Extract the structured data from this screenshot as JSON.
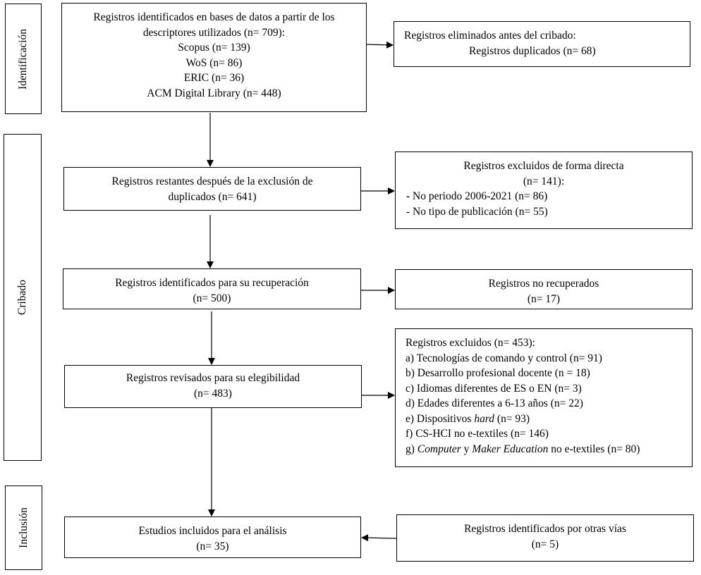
{
  "phases": {
    "identification": "Identificación",
    "screening": "Cribado",
    "inclusion": "Inclusión"
  },
  "boxes": {
    "identified": {
      "lines": [
        "Registros identificados en bases de datos a partir de los",
        "descriptores utilizados (n= 709):",
        "Scopus (n= 139)",
        "WoS (n= 86)",
        "ERIC (n= 36)",
        "ACM Digital Library (n= 448)"
      ]
    },
    "removed": {
      "title": "Registros eliminados antes del cribado:",
      "line": "Registros duplicados (n= 68)"
    },
    "remaining": {
      "lines": [
        "Registros restantes después de la exclusión de",
        "duplicados (n= 641)"
      ]
    },
    "excluded_direct": {
      "title": "Registros excluidos de forma directa",
      "count": "(n= 141):",
      "items": [
        "No periodo 2006-2021 (n= 86)",
        "No tipo de publicación (n= 55)"
      ]
    },
    "retrieval": {
      "lines": [
        "Registros identificados para su recuperación",
        "(n= 500)"
      ]
    },
    "not_retrieved": {
      "lines": [
        "Registros no recuperados",
        "(n= 17)"
      ]
    },
    "eligibility": {
      "lines": [
        "Registros revisados para su elegibilidad",
        "(n= 483)"
      ]
    },
    "excluded": {
      "title": "Registros excluidos (n= 453):",
      "items": {
        "a": "a) Tecnologías de comando y control (n= 91)",
        "b": "b) Desarrollo profesional docente (n = 18)",
        "c": "c) Idiomas diferentes de ES o EN (n= 3)",
        "d": "d) Edades diferentes a 6-13 años (n= 22)",
        "e_prefix": "e) Dispositivos ",
        "e_italic": "hard",
        "e_suffix": " (n= 93)",
        "f": "f) CS-HCI no e-textiles (n= 146)",
        "g_prefix": "g) ",
        "g_italic1": "Computer",
        "g_mid": " y ",
        "g_italic2": "Maker Education",
        "g_suffix": " no e-textiles (n= 80)"
      }
    },
    "included": {
      "lines": [
        "Estudios incluidos para el análisis",
        "(n= 35)"
      ]
    },
    "other_sources": {
      "lines": [
        "Registros identificados por otras vías",
        "(n= 5)"
      ]
    }
  }
}
